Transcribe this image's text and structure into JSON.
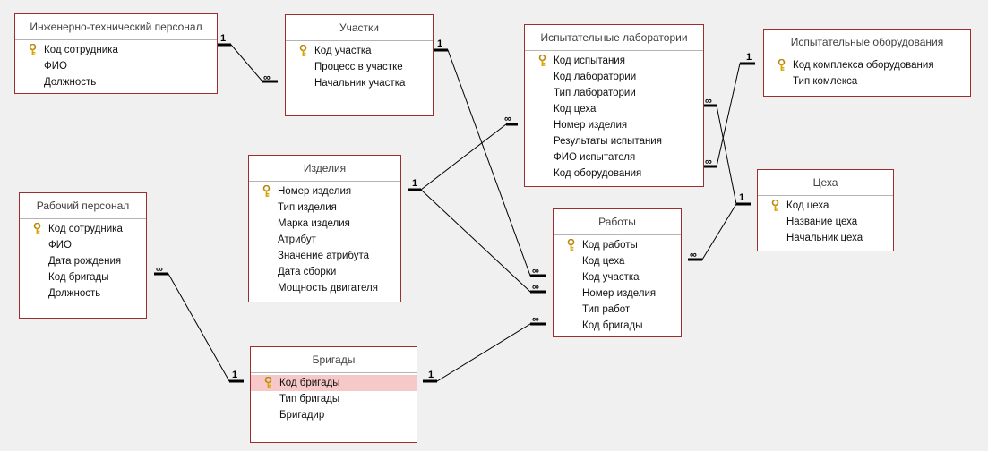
{
  "tables": {
    "itp": {
      "title": "Инженерно-технический персонал",
      "fields": [
        "Код сотрудника",
        "ФИО",
        "Должность"
      ]
    },
    "uchastki": {
      "title": "Участки",
      "fields": [
        "Код участка",
        "Процесс в участке",
        "Начальник участка"
      ]
    },
    "labs": {
      "title": "Испытательные лаборатории",
      "fields": [
        "Код испытания",
        "Код лаборатории",
        "Тип лаборатории",
        "Код цеха",
        "Номер изделия",
        "Результаты испытания",
        "ФИО испытателя",
        "Код оборудования"
      ]
    },
    "equip": {
      "title": "Испытательные оборудования",
      "fields": [
        "Код комплекса оборудования",
        "Тип комлекса"
      ]
    },
    "izdeliya": {
      "title": "Изделия",
      "fields": [
        "Номер изделия",
        "Тип изделия",
        "Марка изделия",
        "Атрибут",
        "Значение атрибута",
        "Дата сборки",
        "Мощность двигателя"
      ]
    },
    "ceha": {
      "title": "Цеха",
      "fields": [
        "Код цеха",
        "Название цеха",
        "Начальник цеха"
      ]
    },
    "rabochiy": {
      "title": "Рабочий персонал",
      "fields": [
        "Код сотрудника",
        "ФИО",
        "Дата рождения",
        "Код бригады",
        "Должность"
      ]
    },
    "raboty": {
      "title": "Работы",
      "fields": [
        "Код работы",
        "Код цеха",
        "Код участка",
        "Номер изделия",
        "Тип работ",
        "Код бригады"
      ]
    },
    "brigady": {
      "title": "Бригады",
      "fields": [
        "Код бригады",
        "Тип бригады",
        "Бригадир"
      ]
    }
  },
  "cardinality": {
    "one": "1",
    "many": "∞"
  },
  "colors": {
    "border": "#9b2f2f",
    "selected_row": "#f7c8c8",
    "background": "#f0f0f0",
    "key": "#d9a400"
  }
}
